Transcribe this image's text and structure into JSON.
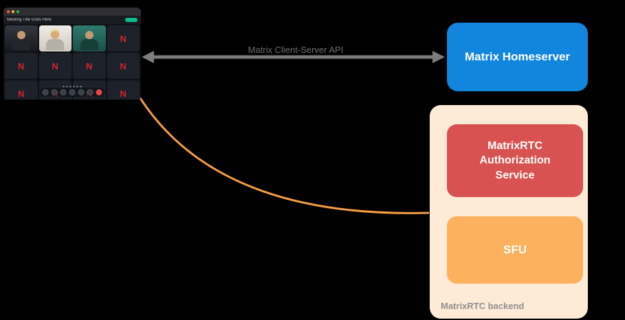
{
  "diagram": {
    "arrow_label": "Matrix Client-Server API",
    "homeserver_label": "Matrix Homeserver",
    "auth_service_label": "MatrixRTC Authorization Service",
    "sfu_label": "SFU",
    "backend_label": "MatrixRTC backend",
    "colors": {
      "homeserver": "#1285dc",
      "auth_service": "#d95252",
      "sfu": "#fbb15e",
      "backend_container": "#fdebd7",
      "arrow": "#7d7d7d",
      "curve": "#f49d43",
      "background": "#000000"
    }
  },
  "video_call": {
    "window_title": "Meeting Title Goes Here",
    "avatar_letter": "N",
    "tiles": [
      {
        "variant": "person-dark"
      },
      {
        "variant": "person-light"
      },
      {
        "variant": "person-teal"
      },
      {
        "variant": "avatar"
      },
      {
        "variant": "avatar"
      },
      {
        "variant": "avatar"
      },
      {
        "variant": "avatar"
      },
      {
        "variant": "avatar"
      },
      {
        "variant": "avatar"
      },
      {
        "variant": "avatar"
      },
      {
        "variant": "avatar"
      },
      {
        "variant": "avatar"
      }
    ],
    "page_dot_count": 6,
    "toolbar_buttons": [
      "mic",
      "camera",
      "screenshare",
      "participants",
      "chat",
      "more",
      "hangup"
    ]
  }
}
